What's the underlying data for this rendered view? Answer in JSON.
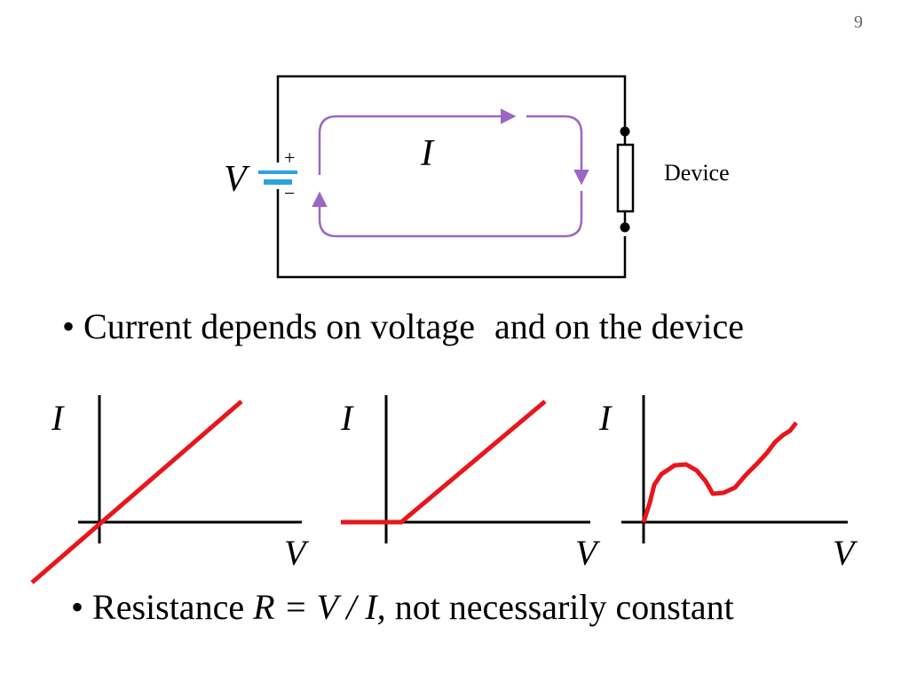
{
  "page_number": "9",
  "circuit": {
    "voltage_label": "V",
    "current_label": "I",
    "plus_sign": "+",
    "minus_sign": "−",
    "device_label": "Device",
    "colors": {
      "current": "#9b67c6",
      "battery": "#2ba3dc",
      "wire": "#000000"
    }
  },
  "bullet1": {
    "bullet": "•",
    "part1": "Current depends on voltage",
    "part2": "and on the device"
  },
  "graphs": [
    {
      "y_label": "I",
      "x_label": "V",
      "curve": "linear-through-origin"
    },
    {
      "y_label": "I",
      "x_label": "V",
      "curve": "diode-threshold"
    },
    {
      "y_label": "I",
      "x_label": "V",
      "curve": "negative-resistance"
    }
  ],
  "curve_color": "#e8161b",
  "bullet2": {
    "bullet": "•",
    "prefix": "Resistance ",
    "r": "R",
    "eq": " = ",
    "v": "V",
    "slash": " / ",
    "i": "I,",
    "suffix": " not necessarily constant"
  }
}
